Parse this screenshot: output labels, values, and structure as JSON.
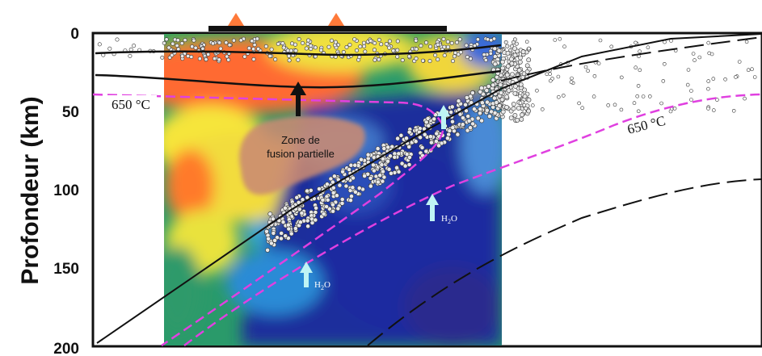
{
  "axis": {
    "ylabel": "Profondeur (km)",
    "ticks": [
      "0",
      "50",
      "100",
      "150",
      "200"
    ]
  },
  "labels": {
    "isotherm_left": "650 °C",
    "isotherm_right": "650 °C",
    "zone_line1": "Zone de",
    "zone_line2": "fusion partielle",
    "h2o_upper": "H2O",
    "h2o_lower": "H2O"
  },
  "colors": {
    "isotherm": "#e040e0",
    "zone": "#c98a72",
    "water_arrow": "#bff4f4",
    "volcano": "#ff7a3a"
  }
}
